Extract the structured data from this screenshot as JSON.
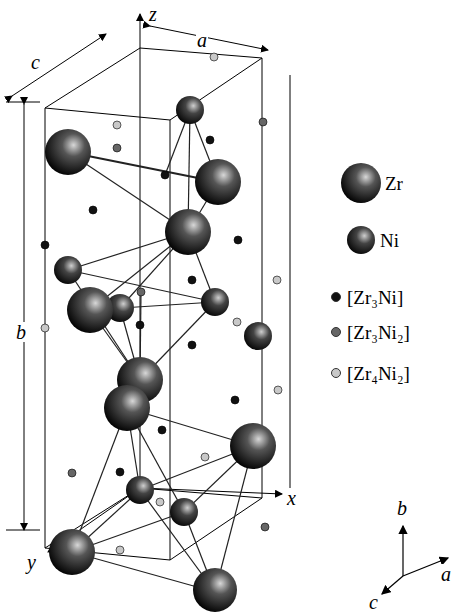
{
  "diagram": {
    "labels": [
      "z",
      "a",
      "c",
      "b",
      "x",
      "y",
      "b",
      "c",
      "a"
    ],
    "legend": [
      {
        "text": "Zr"
      },
      {
        "text": "Ni"
      },
      {
        "text": "[Zr₃Ni]",
        "color": "#111111"
      },
      {
        "text": "[Zr₃Ni₂]",
        "color": "#666666"
      },
      {
        "text": "[Zr₄Ni₂]",
        "color": "#c8c8c8"
      }
    ]
  }
}
